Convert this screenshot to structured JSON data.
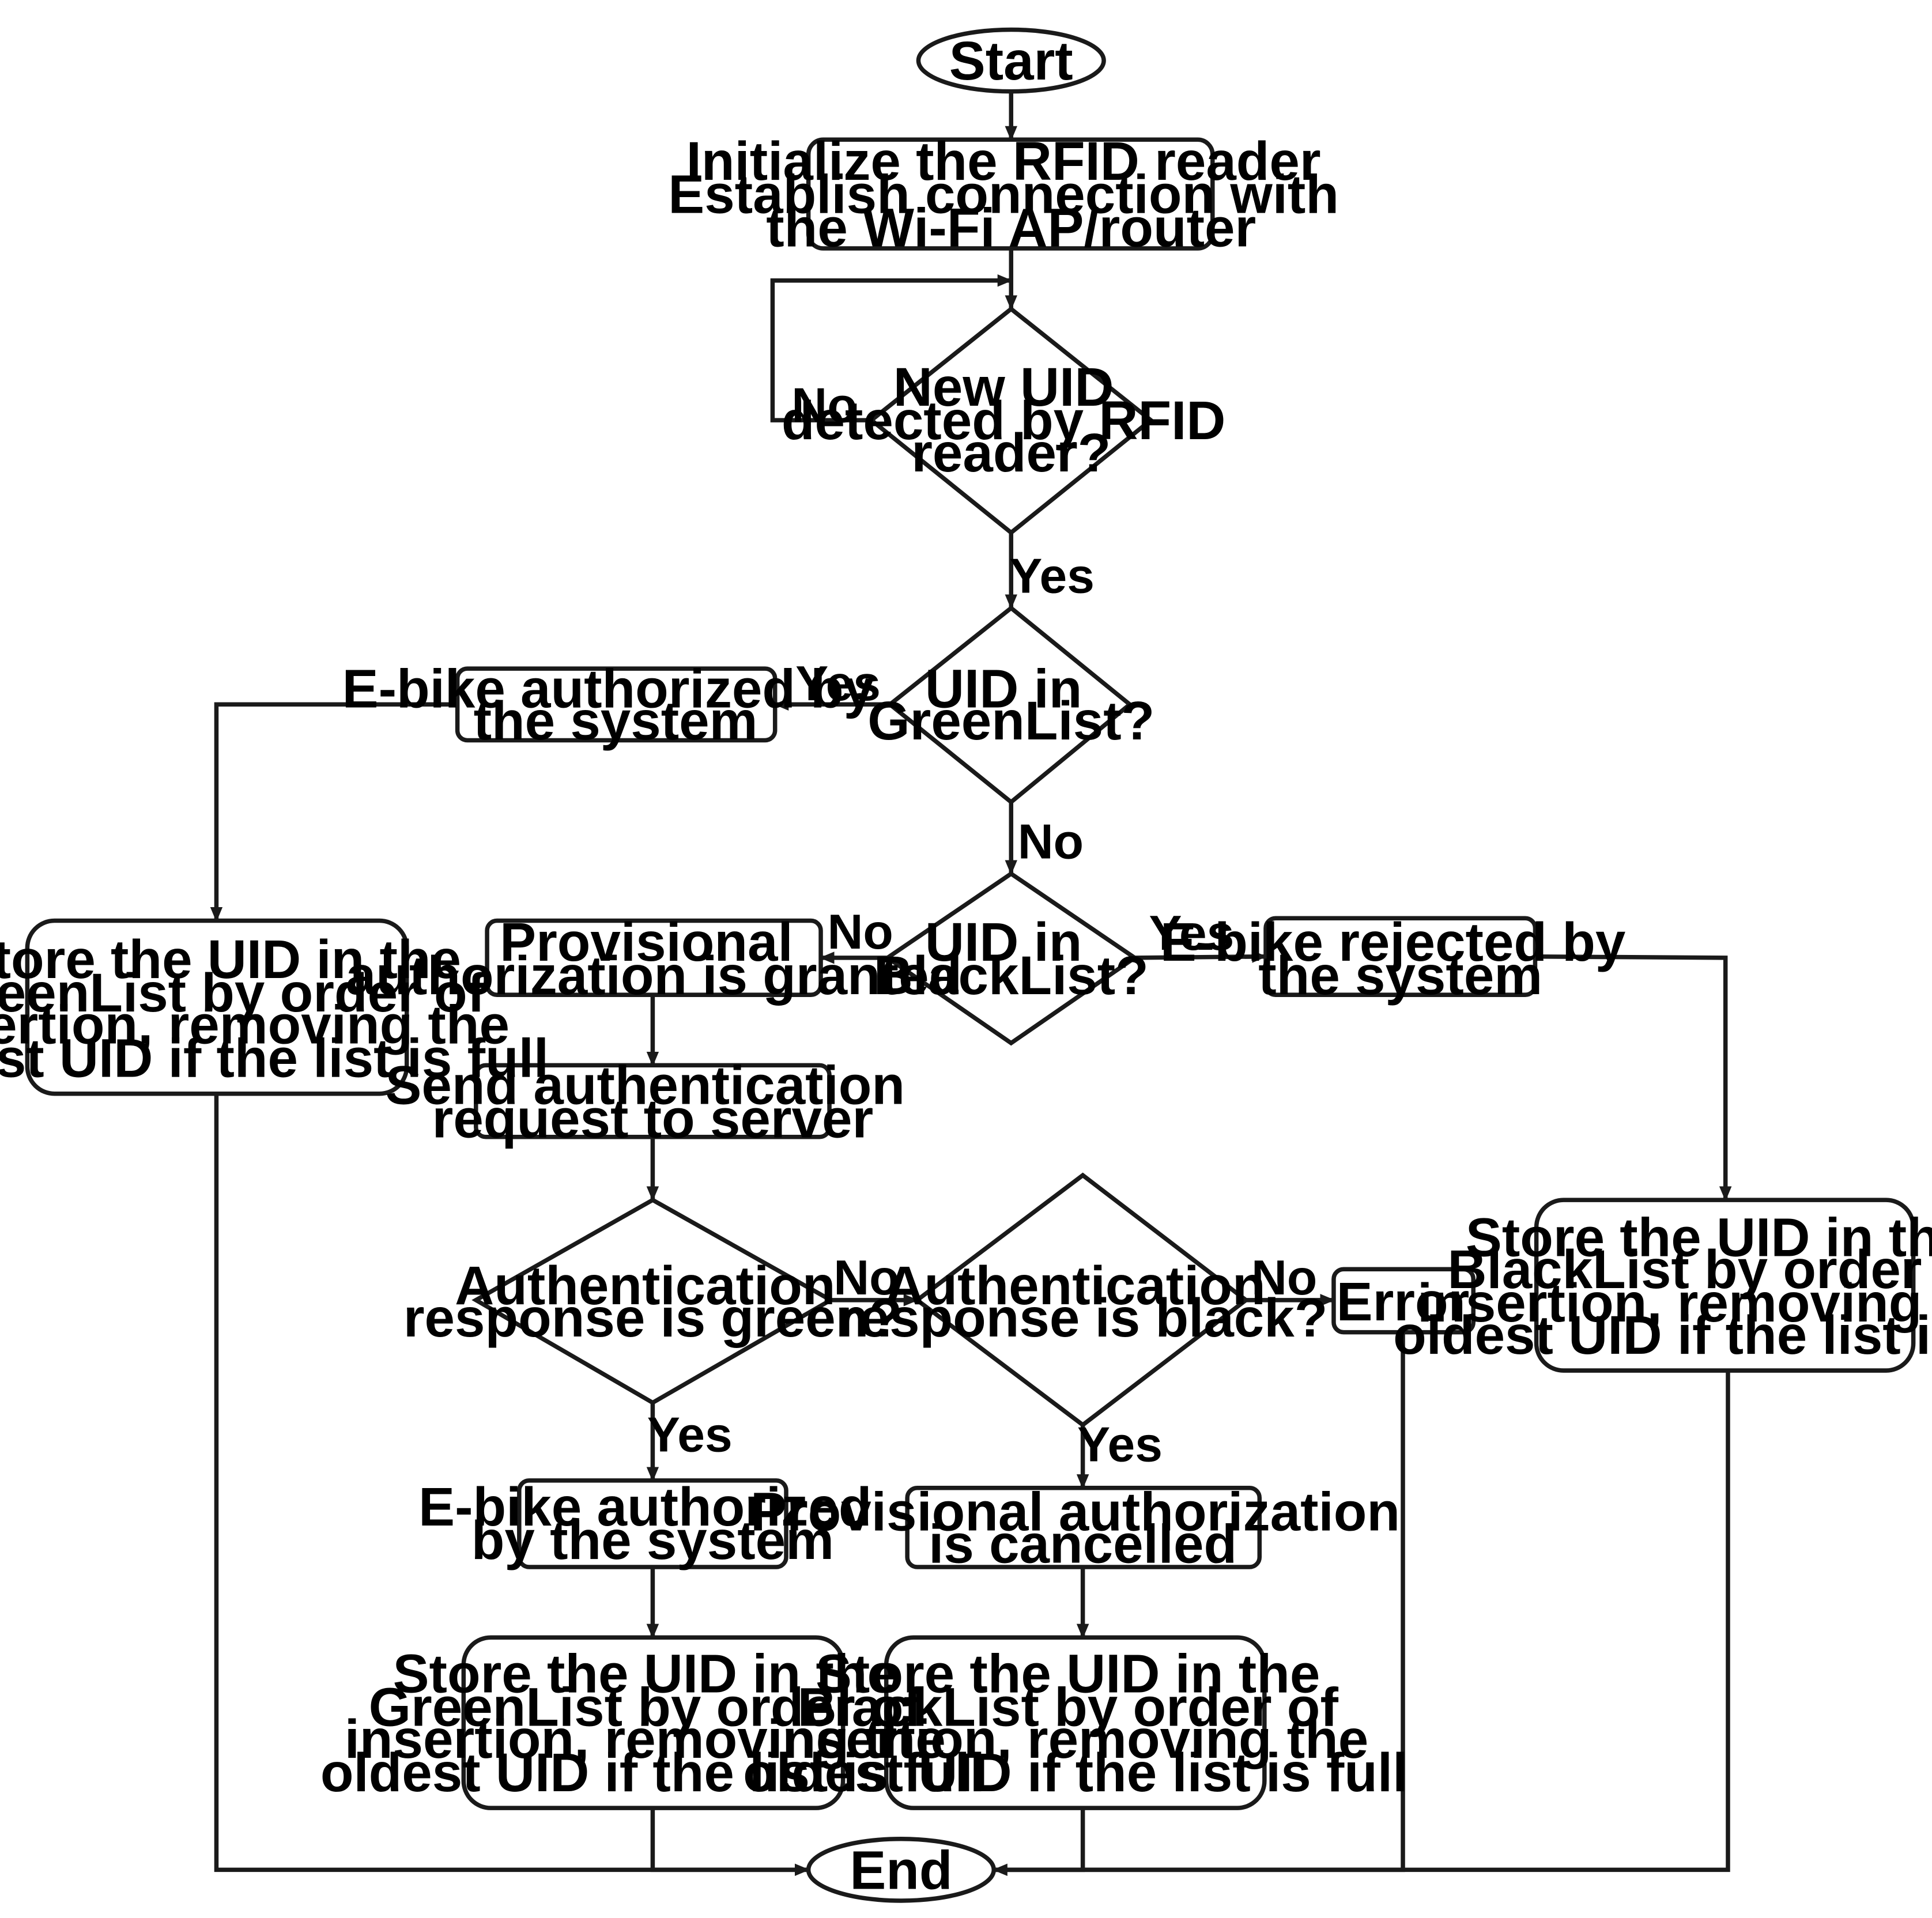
{
  "nodes": {
    "start": [
      "Start"
    ],
    "init": [
      "Initialize the RFID reader",
      "Establish connection with",
      "the Wi-Fi AP/router"
    ],
    "new_uid": [
      "New UID",
      "detected by RFID",
      "reader?"
    ],
    "in_greenlist": [
      "UID in",
      "GreenList?"
    ],
    "authorized_left": [
      "E-bike authorized by",
      "the system"
    ],
    "store_green_left": [
      "Store the UID in the",
      "GreenList by order of",
      "insertion, removing the",
      "oldest UID if the list is full"
    ],
    "in_blacklist": [
      "UID in",
      "BlackList?"
    ],
    "provisional_granted": [
      "Provisional",
      "authorization is granted"
    ],
    "rejected": [
      "E-bike rejected by",
      "the system"
    ],
    "send_request": [
      "Send authentication",
      "request to server"
    ],
    "store_black_right": [
      "Store the UID in the",
      "BlackList by order of",
      "insertion, removing the",
      "oldest UID if the list is full"
    ],
    "resp_green": [
      "Authentication",
      "response is green?"
    ],
    "resp_black": [
      "Authentication",
      "response is black?"
    ],
    "error": [
      "Error"
    ],
    "authorized_mid": [
      "E-bike authorized",
      "by the system"
    ],
    "provisional_cancelled": [
      "Provisional authorization",
      "is cancelled"
    ],
    "store_green_mid": [
      "Store the UID in the",
      "GreenList by order of",
      "insertion, removing the",
      "oldest UID if the list is full"
    ],
    "store_black_mid": [
      "Store the UID in the",
      "BlackList by order of",
      "insertion, removing the",
      "oldest UID if the list is full"
    ],
    "end": [
      "End"
    ]
  },
  "edge_labels": {
    "new_uid_no": "No",
    "new_uid_yes": "Yes",
    "greenlist_yes": "Yes",
    "greenlist_no": "No",
    "blacklist_no": "No",
    "blacklist_yes": "Yes",
    "resp_green_no": "No",
    "resp_green_yes": "Yes",
    "resp_black_no": "No",
    "resp_black_yes": "Yes"
  }
}
